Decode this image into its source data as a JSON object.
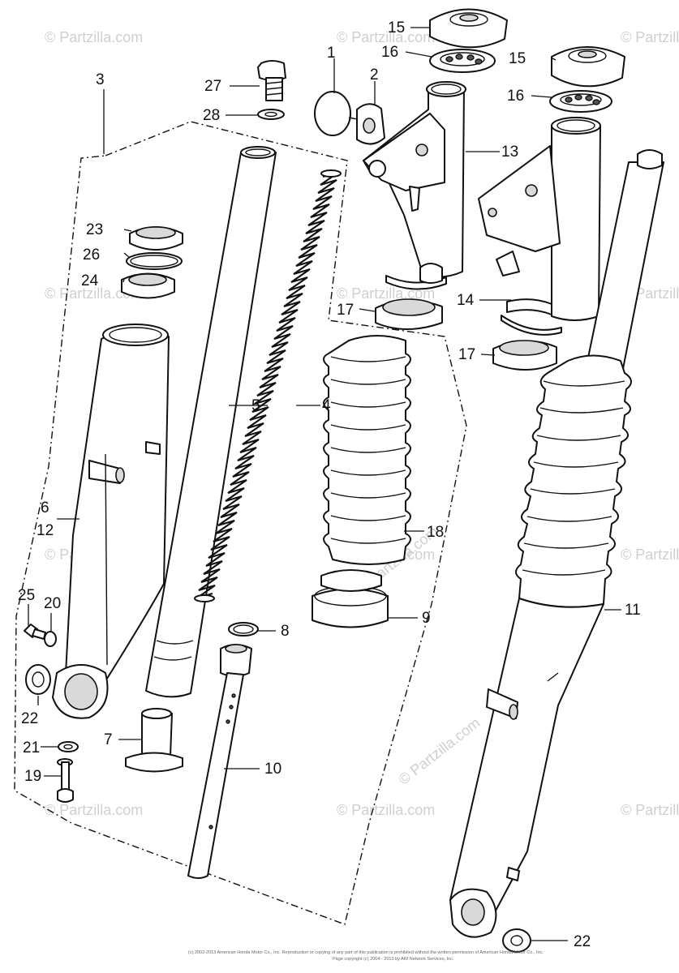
{
  "watermark": {
    "text": "© Partzilla.com"
  },
  "copyright_lines": [
    "(c) 2002-2013 American Honda Motor Co., Inc. Reproduction or copying of any part of this publication is prohibited without the written permission of American Honda Motor Co., Inc.",
    "Page copyright (c) 2004 - 2013 by ARI Network Services, Inc."
  ],
  "callouts": [
    {
      "id": "c1",
      "text": "1"
    },
    {
      "id": "c2",
      "text": "2"
    },
    {
      "id": "c3",
      "text": "3"
    },
    {
      "id": "c4",
      "text": "4"
    },
    {
      "id": "c5",
      "text": "5"
    },
    {
      "id": "c6",
      "text": "6"
    },
    {
      "id": "c12",
      "text": "12"
    },
    {
      "id": "c7",
      "text": "7"
    },
    {
      "id": "c8",
      "text": "8"
    },
    {
      "id": "c9",
      "text": "9"
    },
    {
      "id": "c10",
      "text": "10"
    },
    {
      "id": "c11",
      "text": "11"
    },
    {
      "id": "c13",
      "text": "13"
    },
    {
      "id": "c14",
      "text": "14"
    },
    {
      "id": "c15a",
      "text": "15"
    },
    {
      "id": "c15b",
      "text": "15"
    },
    {
      "id": "c16a",
      "text": "16"
    },
    {
      "id": "c16b",
      "text": "16"
    },
    {
      "id": "c17a",
      "text": "17"
    },
    {
      "id": "c17b",
      "text": "17"
    },
    {
      "id": "c18",
      "text": "18"
    },
    {
      "id": "c19",
      "text": "19"
    },
    {
      "id": "c20",
      "text": "20"
    },
    {
      "id": "c21",
      "text": "21"
    },
    {
      "id": "c22a",
      "text": "22"
    },
    {
      "id": "c22b",
      "text": "22"
    },
    {
      "id": "c23",
      "text": "23"
    },
    {
      "id": "c24",
      "text": "24"
    },
    {
      "id": "c25",
      "text": "25"
    },
    {
      "id": "c26",
      "text": "26"
    },
    {
      "id": "c27",
      "text": "27"
    },
    {
      "id": "c28",
      "text": "28"
    }
  ]
}
